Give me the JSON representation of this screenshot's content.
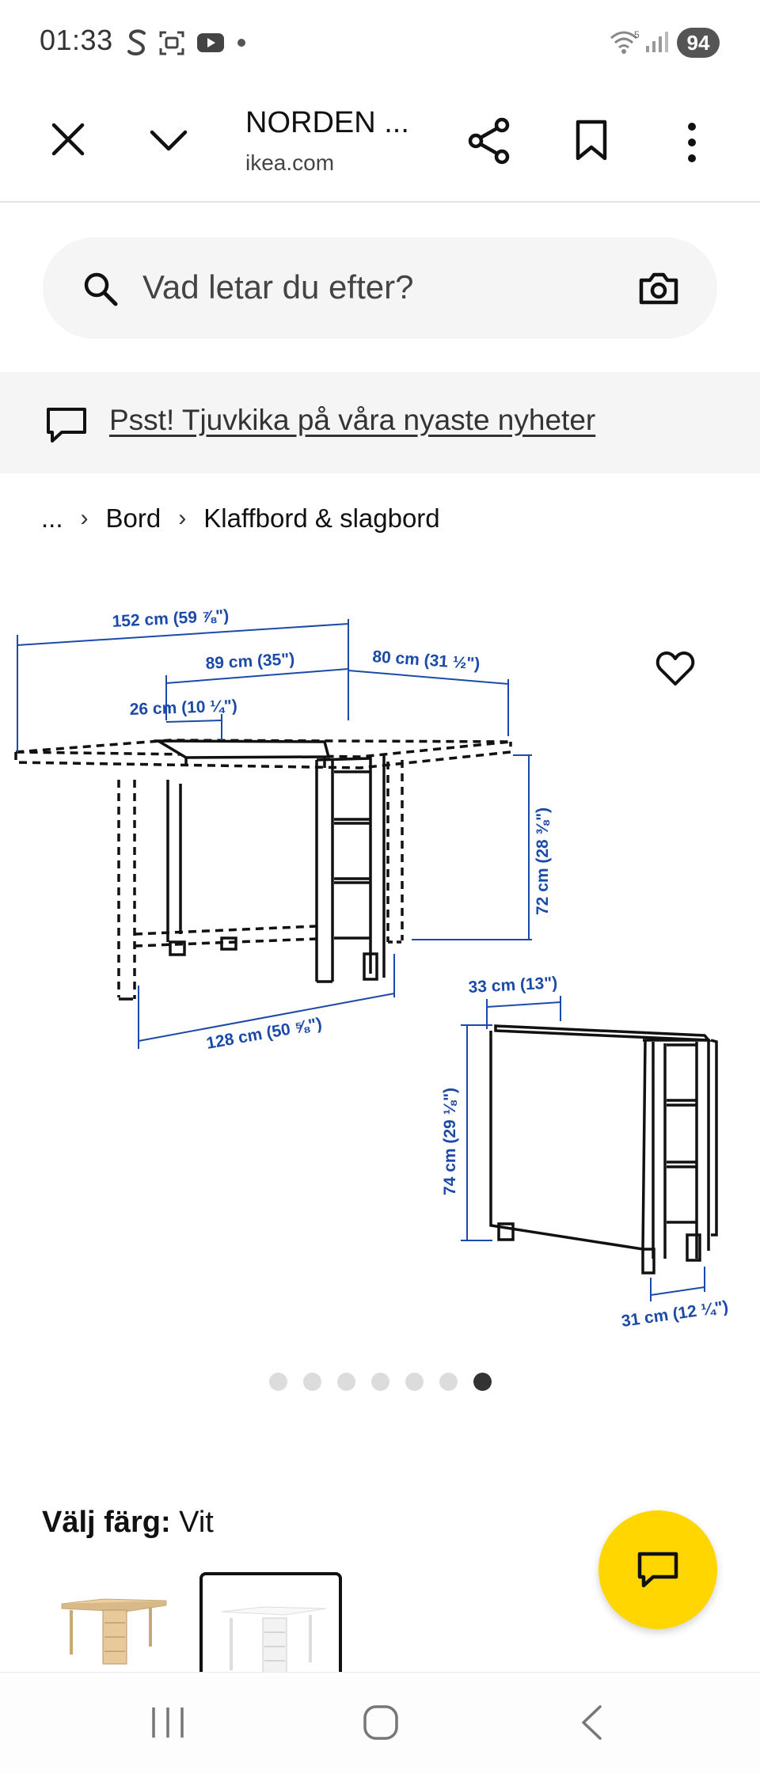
{
  "status_bar": {
    "time": "01:33",
    "battery": "94",
    "notification_icons": [
      "s-icon",
      "screenshot-icon",
      "youtube-icon",
      "dot-icon"
    ]
  },
  "browser": {
    "tab_title": "NORDEN ...",
    "domain": "ikea.com"
  },
  "search": {
    "placeholder": "Vad letar du efter?"
  },
  "promo": {
    "text": "Psst! Tjuvkika på våra nyaste nyheter"
  },
  "breadcrumb": {
    "items": [
      "...",
      "Bord",
      "Klaffbord & slagbord"
    ]
  },
  "product_image": {
    "dimensions": {
      "total_length": "152 cm (59 ⅞\")",
      "middle_section": "89 cm (35\")",
      "flap": "80 cm (31 ½\")",
      "centre_top": "26 cm (10 ¼\")",
      "height_open": "72 cm (28 ⅜\")",
      "base_length": "128 cm (50 ⅝\")",
      "folded_depth": "33 cm (13\")",
      "height_folded": "74 cm (29 ⅛\")",
      "folded_base": "31 cm (12 ¼\")"
    },
    "dimension_color": "#1c4aa8"
  },
  "carousel": {
    "count": 7,
    "active_index": 6
  },
  "color_select": {
    "label": "Välj färg:",
    "value": "Vit"
  },
  "colors": {
    "accent_yellow": "#ffd600"
  }
}
